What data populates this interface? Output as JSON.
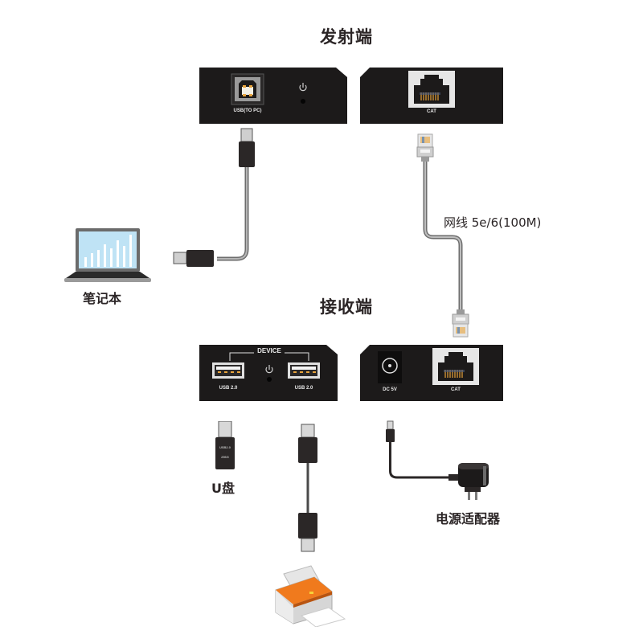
{
  "titles": {
    "transmitter": "发射端",
    "receiver": "接收端"
  },
  "transmitter": {
    "usb_port_label": "USB(TO PC)",
    "cat_port_label": "CAT"
  },
  "receiver": {
    "device_label": "DEVICE",
    "usb_left_label": "USB 2.0",
    "usb_right_label": "USB 2.0",
    "dc_label": "DC 5V",
    "cat_port_label": "CAT"
  },
  "labels": {
    "laptop": "笔记本",
    "network_cable": "网线 5e/6(100M)",
    "usb_drive": "U盘",
    "usb_drive_text_1": "USB2.0",
    "usb_drive_text_2": "256G",
    "power_adapter": "电源适配器"
  },
  "colors": {
    "device_body": "#1c1a1a",
    "port_gold": "#e8a33b",
    "printer_orange": "#f07a1d",
    "cable_gray": "#8a8a8a",
    "screen_blue": "#bfe3f5"
  }
}
